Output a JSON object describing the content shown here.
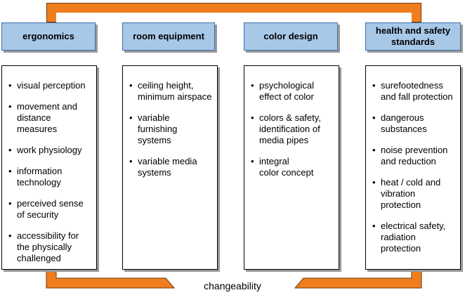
{
  "colors": {
    "frame": "#f07e1e",
    "frame_edge": "#6a3a10",
    "header_fill": "#a8c8e8",
    "header_border": "#3c6ea8",
    "shadow": "#9a9a9a"
  },
  "columns": [
    {
      "title": "ergonomics",
      "items": [
        "visual  perception",
        "movement and\ndistance measures",
        "work physiology",
        "information\ntechnology",
        "perceived sense\nof security",
        "accessibility for\n  the physically\n  challenged"
      ]
    },
    {
      "title": "room equipment",
      "items": [
        "ceiling height,\nminimum airspace",
        "variable\nfurnishing systems",
        "variable media\nsystems"
      ]
    },
    {
      "title": "color design",
      "items": [
        "psychological\neffect of color",
        "colors & safety,\nidentification of\nmedia pipes",
        "integral\ncolor concept"
      ]
    },
    {
      "title": "health and safety\nstandards",
      "items": [
        "surefootedness\nand fall protection",
        "dangerous\nsubstances",
        "noise prevention\nand reduction",
        "heat / cold and\nvibration protection",
        "electrical safety,\nradiation protection"
      ]
    }
  ],
  "footer": {
    "label": "changeability"
  }
}
